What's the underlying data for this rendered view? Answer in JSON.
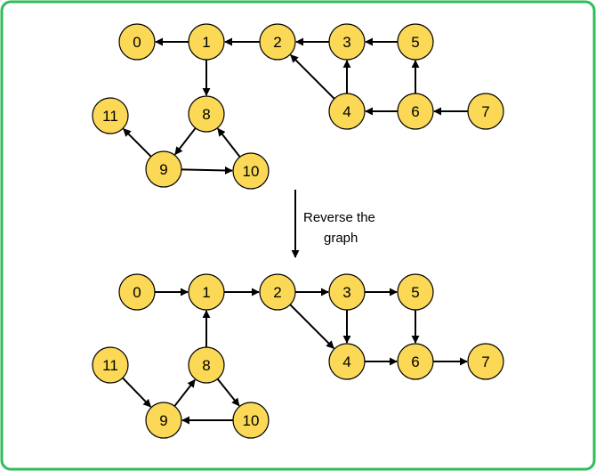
{
  "caption": {
    "line1": "Reverse the",
    "line2": "graph"
  },
  "colors": {
    "node_fill": "#fbd957",
    "frame_border": "#2dbe5a",
    "edge": "#000000"
  },
  "graphs": [
    {
      "id": "original",
      "nodes": [
        "0",
        "1",
        "2",
        "3",
        "4",
        "5",
        "6",
        "7",
        "8",
        "9",
        "10",
        "11"
      ],
      "edges": [
        [
          "1",
          "0"
        ],
        [
          "2",
          "1"
        ],
        [
          "3",
          "2"
        ],
        [
          "5",
          "3"
        ],
        [
          "4",
          "3"
        ],
        [
          "4",
          "2"
        ],
        [
          "6",
          "4"
        ],
        [
          "6",
          "5"
        ],
        [
          "7",
          "6"
        ],
        [
          "1",
          "8"
        ],
        [
          "8",
          "9"
        ],
        [
          "9",
          "11"
        ],
        [
          "9",
          "10"
        ],
        [
          "10",
          "8"
        ]
      ]
    },
    {
      "id": "reversed",
      "nodes": [
        "0",
        "1",
        "2",
        "3",
        "4",
        "5",
        "6",
        "7",
        "8",
        "9",
        "10",
        "11"
      ],
      "edges": [
        [
          "0",
          "1"
        ],
        [
          "1",
          "2"
        ],
        [
          "2",
          "3"
        ],
        [
          "3",
          "5"
        ],
        [
          "3",
          "4"
        ],
        [
          "2",
          "4"
        ],
        [
          "4",
          "6"
        ],
        [
          "5",
          "6"
        ],
        [
          "6",
          "7"
        ],
        [
          "8",
          "1"
        ],
        [
          "9",
          "8"
        ],
        [
          "11",
          "9"
        ],
        [
          "10",
          "9"
        ],
        [
          "8",
          "10"
        ]
      ]
    }
  ]
}
